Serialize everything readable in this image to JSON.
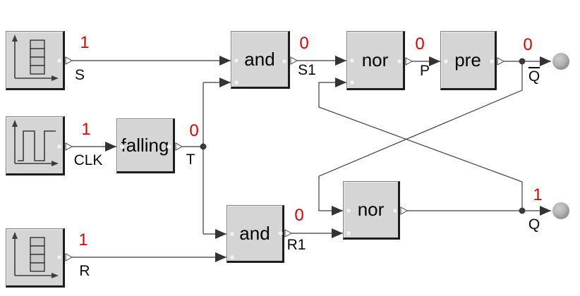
{
  "app": {
    "background": "#ffffff"
  },
  "colors": {
    "value_red": "#e00000",
    "block_fill": "#d5d5d5",
    "wire": "#3c3c3c",
    "probe_sphere": "#9a9a9a"
  },
  "blocks": {
    "falling": {
      "label": "falling"
    },
    "and_top": {
      "label": "and"
    },
    "and_bottom": {
      "label": "and"
    },
    "nor_top": {
      "label": "nor"
    },
    "nor_bottom": {
      "label": "nor"
    },
    "pre": {
      "label": "pre"
    }
  },
  "icons": {
    "sequence_source": "stacked-register-with-axes",
    "clock_source": "square-wave-with-axes",
    "probe": "gray-sphere-led"
  },
  "signals": {
    "s": {
      "name": "S",
      "value": "1"
    },
    "clk": {
      "name": "CLK",
      "value": "1"
    },
    "r": {
      "name": "R",
      "value": "1"
    },
    "t": {
      "name": "T",
      "value": "0"
    },
    "s1": {
      "name": "S1",
      "value": "0"
    },
    "p": {
      "name": "P",
      "value": "0"
    },
    "r1": {
      "name": "R1",
      "value": "0"
    },
    "qbar": {
      "name": "Q",
      "value": "0",
      "overline": true
    },
    "q": {
      "name": "Q",
      "value": "1"
    }
  }
}
